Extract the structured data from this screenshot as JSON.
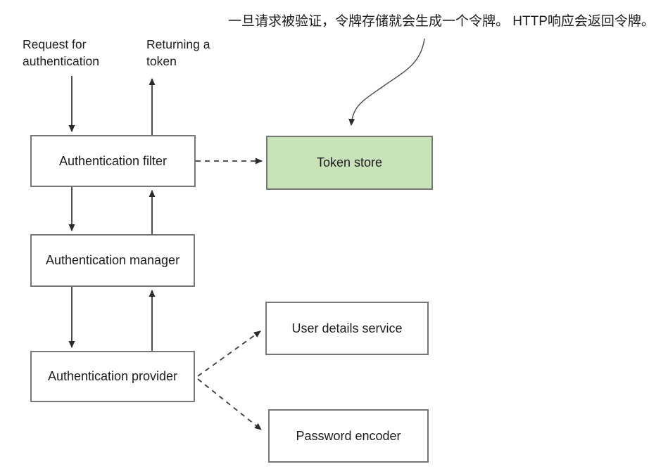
{
  "diagram": {
    "annotation": "一旦请求被验证，令牌存储就会生成一个令牌。 HTTP响应会返回令牌。",
    "flow_labels": {
      "request": "Request for authentication",
      "returning": "Returning a token"
    },
    "nodes": {
      "auth_filter": "Authentication filter",
      "token_store": "Token store",
      "auth_manager": "Authentication manager",
      "auth_provider": "Authentication provider",
      "user_details_service": "User details service",
      "password_encoder": "Password encoder"
    },
    "colors": {
      "token_store_fill": "#c8e2b9",
      "box_border": "#787878",
      "arrow": "#3b3b3b",
      "text": "#1c1c1c",
      "background": "#ffffff"
    }
  }
}
